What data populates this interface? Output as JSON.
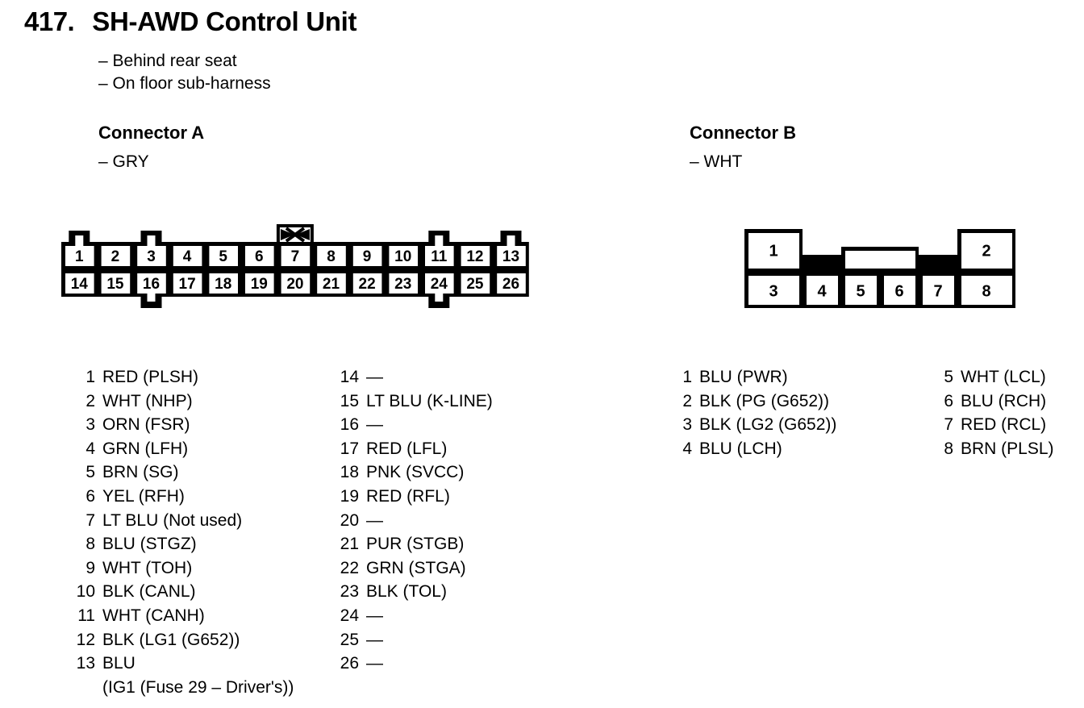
{
  "header": {
    "number": "417.",
    "title": "SH-AWD Control Unit",
    "locations": [
      "– Behind rear seat",
      "– On floor sub-harness"
    ]
  },
  "connector_a": {
    "heading": "Connector A",
    "color": "– GRY",
    "diagram": {
      "top_row": [
        "1",
        "2",
        "3",
        "4",
        "5",
        "6",
        "7",
        "8",
        "9",
        "10",
        "11",
        "12",
        "13"
      ],
      "bottom_row": [
        "14",
        "15",
        "16",
        "17",
        "18",
        "19",
        "20",
        "21",
        "22",
        "23",
        "24",
        "25",
        "26"
      ],
      "top_tabs_over": [
        "1",
        "3",
        "11",
        "13"
      ],
      "bottom_tabs_under": [
        "16",
        "24"
      ],
      "keyed_box_over": "7",
      "keyed_box_icon": "bowtie-hatch"
    },
    "pins_col1": [
      {
        "no": "1",
        "desc": "RED (PLSH)"
      },
      {
        "no": "2",
        "desc": "WHT (NHP)"
      },
      {
        "no": "3",
        "desc": "ORN (FSR)"
      },
      {
        "no": "4",
        "desc": "GRN (LFH)"
      },
      {
        "no": "5",
        "desc": "BRN (SG)"
      },
      {
        "no": "6",
        "desc": "YEL (RFH)"
      },
      {
        "no": "7",
        "desc": "LT BLU (Not used)"
      },
      {
        "no": "8",
        "desc": "BLU (STGZ)"
      },
      {
        "no": "9",
        "desc": "WHT (TOH)"
      },
      {
        "no": "10",
        "desc": "BLK (CANL)"
      },
      {
        "no": "11",
        "desc": "WHT (CANH)"
      },
      {
        "no": "12",
        "desc": "BLK (LG1 (G652))"
      },
      {
        "no": "13",
        "desc": "BLU",
        "cont": "(IG1 (Fuse 29 – Driver's))"
      }
    ],
    "pins_col2": [
      {
        "no": "14",
        "desc": "—"
      },
      {
        "no": "15",
        "desc": "LT BLU (K-LINE)"
      },
      {
        "no": "16",
        "desc": "—"
      },
      {
        "no": "17",
        "desc": "RED (LFL)"
      },
      {
        "no": "18",
        "desc": "PNK (SVCC)"
      },
      {
        "no": "19",
        "desc": "RED (RFL)"
      },
      {
        "no": "20",
        "desc": "—"
      },
      {
        "no": "21",
        "desc": "PUR (STGB)"
      },
      {
        "no": "22",
        "desc": "GRN (STGA)"
      },
      {
        "no": "23",
        "desc": "BLK (TOL)"
      },
      {
        "no": "24",
        "desc": "—"
      },
      {
        "no": "25",
        "desc": "—"
      },
      {
        "no": "26",
        "desc": "—"
      }
    ]
  },
  "connector_b": {
    "heading": "Connector B",
    "color": "– WHT",
    "diagram": {
      "top_row": [
        "1",
        "2"
      ],
      "bottom_row": [
        "3",
        "4",
        "5",
        "6",
        "7",
        "8"
      ],
      "notch_over": [
        "5",
        "6"
      ]
    },
    "pins_col1": [
      {
        "no": "1",
        "desc": "BLU (PWR)"
      },
      {
        "no": "2",
        "desc": "BLK (PG (G652))"
      },
      {
        "no": "3",
        "desc": "BLK (LG2 (G652))"
      },
      {
        "no": "4",
        "desc": "BLU (LCH)"
      }
    ],
    "pins_col2": [
      {
        "no": "5",
        "desc": "WHT (LCL)"
      },
      {
        "no": "6",
        "desc": "BLU (RCH)"
      },
      {
        "no": "7",
        "desc": "RED (RCL)"
      },
      {
        "no": "8",
        "desc": "BRN (PLSL)"
      }
    ]
  },
  "colors": {
    "ink": "#000000",
    "paper": "#ffffff"
  }
}
